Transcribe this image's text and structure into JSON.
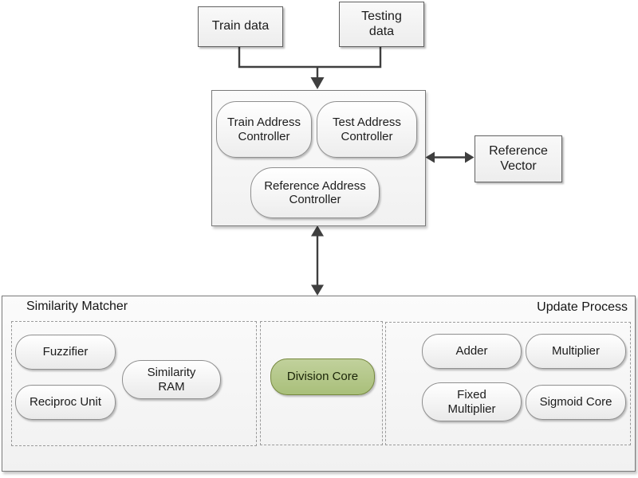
{
  "diagram": {
    "nodes": {
      "train_data": "Train data",
      "testing_data": "Testing data",
      "train_address_controller": "Train Address Controller",
      "test_address_controller": "Test Address Controller",
      "reference_address_controller": "Reference Address Controller",
      "reference_vector": "Reference Vector",
      "fuzzifier": "Fuzzifier",
      "similarity_ram": "Similarity RAM",
      "reciproc_unit": "Reciproc Unit",
      "division_core": "Division Core",
      "adder": "Adder",
      "multiplier": "Multiplier",
      "fixed_multiplier": "Fixed Multiplier",
      "sigmoid_core": "Sigmoid Core"
    },
    "sections": {
      "similarity_matcher": "Similarity Matcher",
      "update_process": "Update Process"
    },
    "colors": {
      "arrow": "#3f3f3f",
      "node_border": "#8f8f8f",
      "container_border": "#7a7a7a",
      "division_core_fill": "#b4ca8c",
      "division_core_border": "#76883f"
    }
  }
}
